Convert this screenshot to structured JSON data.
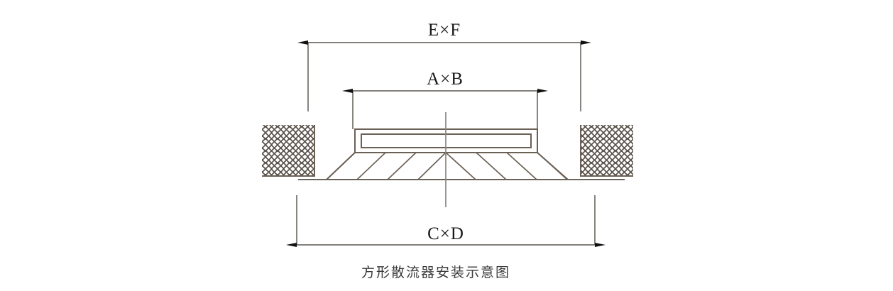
{
  "diagram": {
    "caption": "方形散流器安装示意图",
    "dimensions": {
      "outer": "E×F",
      "inner": "A×B",
      "bottom": "C×D"
    },
    "colors": {
      "line": "#6b6156",
      "dimension_line": "#5c5650",
      "hatch": "#5a534c",
      "centerline": "#8a8480",
      "label_text": "#1a1a1a",
      "caption_text": "#3a3a3a",
      "background": "#ffffff"
    }
  }
}
